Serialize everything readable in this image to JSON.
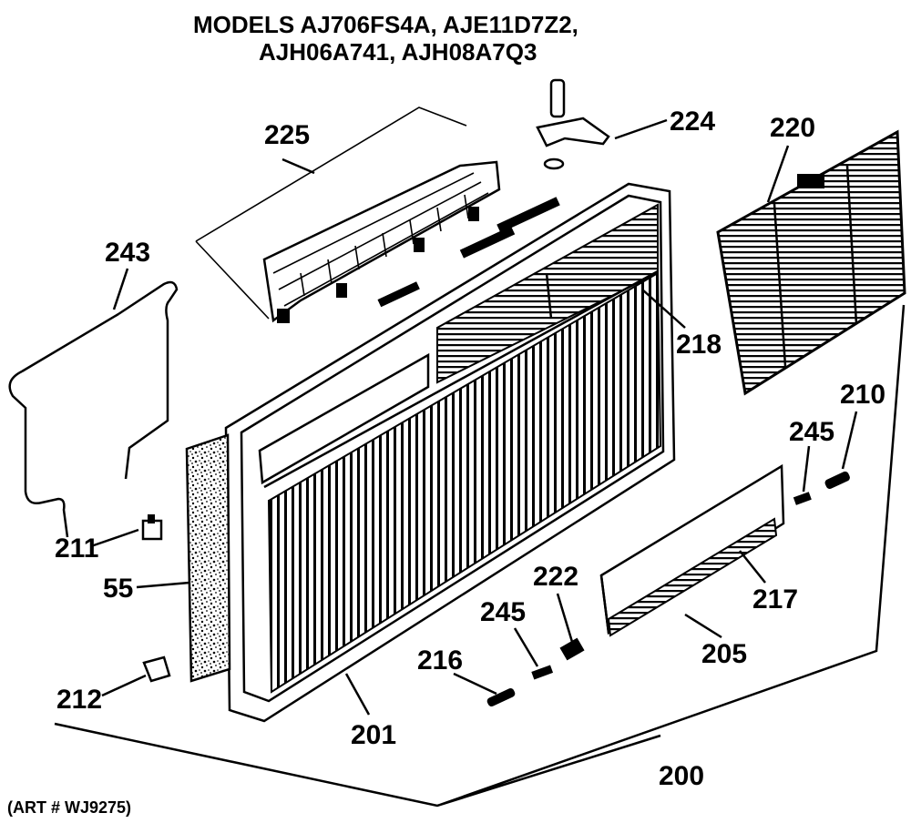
{
  "header": {
    "line1": "MODELS AJ706FS4A, AJE11D7Z2,",
    "line2": "AJH06A741, AJH08A7Q3"
  },
  "callouts": {
    "p225": "225",
    "p224": "224",
    "p220": "220",
    "p243": "243",
    "p218": "218",
    "p210": "210",
    "p245a": "245",
    "p211": "211",
    "p55": "55",
    "p222": "222",
    "p245b": "245",
    "p217": "217",
    "p216": "216",
    "p205": "205",
    "p212": "212",
    "p201": "201",
    "p200": "200"
  },
  "footer": {
    "art_number": "(ART # WJ9275)"
  }
}
